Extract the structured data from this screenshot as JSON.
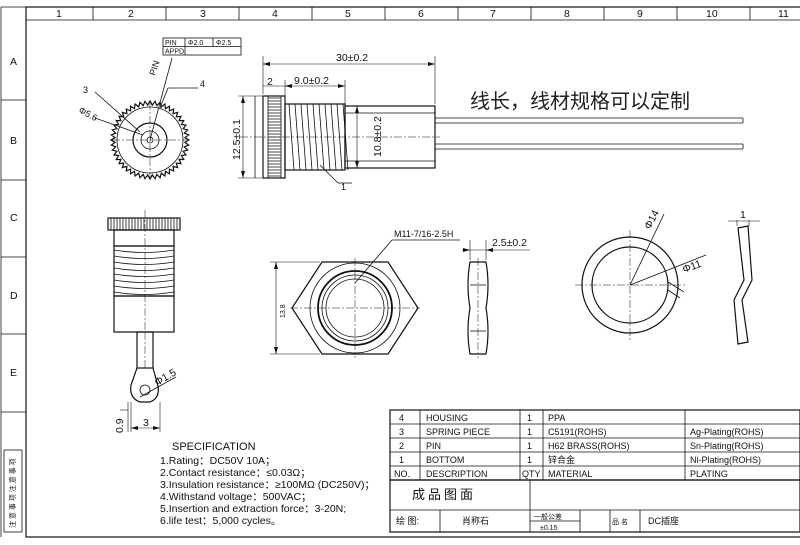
{
  "frame": {
    "col_labels": [
      "1",
      "2",
      "3",
      "4",
      "5",
      "6",
      "7",
      "8",
      "9",
      "10",
      "11"
    ],
    "row_labels": [
      "A",
      "B",
      "C",
      "D",
      "E"
    ]
  },
  "small_table": {
    "rows": [
      [
        "PIN",
        "Φ2.0",
        "Φ2.5"
      ],
      [
        "APPD",
        "",
        ""
      ]
    ]
  },
  "front_view": {
    "pin_text": "PIN",
    "callout_3": "3",
    "callout_4": "4",
    "dia_label": "Φ5.6"
  },
  "side_view": {
    "dim_length": "30±0.2",
    "dim_flange": "2",
    "dim_thread": "9.0±0.2",
    "dim_height": "12.5±0.1",
    "dim_body": "10.8±0.2",
    "callout_1": "1"
  },
  "note_text": "线长，线材规格可以定制",
  "profile_view": {
    "dim_hole": "Φ1.5",
    "dim_left": "0.9",
    "dim_bottom": "3"
  },
  "nut_view": {
    "thread_label": "M11-7/16-2.5H",
    "across_flats": "13.8",
    "thickness": "2.5±0.2"
  },
  "washer_view": {
    "outer_dia": "Φ14",
    "inner_dia": "Φ11",
    "thickness": "1"
  },
  "specification": {
    "title": "SPECIFICATION",
    "items": [
      "1.Rating：DC50V 10A；",
      "2.Contact resistance：≤0.03Ω；",
      "3.Insulation resistance：≥100MΩ (DC250V)；",
      "4.Withstand voltage：500VAC；",
      "5.Insertion and extraction force：3-20N;",
      "6.life test：5,000 cycles。"
    ]
  },
  "bom": {
    "headers": [
      "NO.",
      "DESCRIPTION",
      "QTY",
      "MATERIAL",
      "PLATING"
    ],
    "rows": [
      {
        "no": "4",
        "desc": "HOUSING",
        "qty": "1",
        "mat": "PPA",
        "plating": ""
      },
      {
        "no": "3",
        "desc": "SPRING PIECE",
        "qty": "1",
        "mat": "C5191(ROHS)",
        "plating": "Ag-Plating(ROHS)"
      },
      {
        "no": "2",
        "desc": "PIN",
        "qty": "1",
        "mat": "H62 BRASS(ROHS)",
        "plating": "Sn-Plating(ROHS)"
      },
      {
        "no": "1",
        "desc": "BOTTOM",
        "qty": "1",
        "mat": "锌合金",
        "plating": "Ni-Plating(ROHS)"
      }
    ]
  },
  "title_block": {
    "drawing_title": "成品图面",
    "drawn_label": "绘  图:",
    "drawn_by": "肖称石",
    "tolerance_label": "一般公差",
    "tolerance_value": "±0.15",
    "part_label": "品 名",
    "part_name": "DC插座"
  },
  "side_strip": "注 意 事 项 注 意 事 项"
}
